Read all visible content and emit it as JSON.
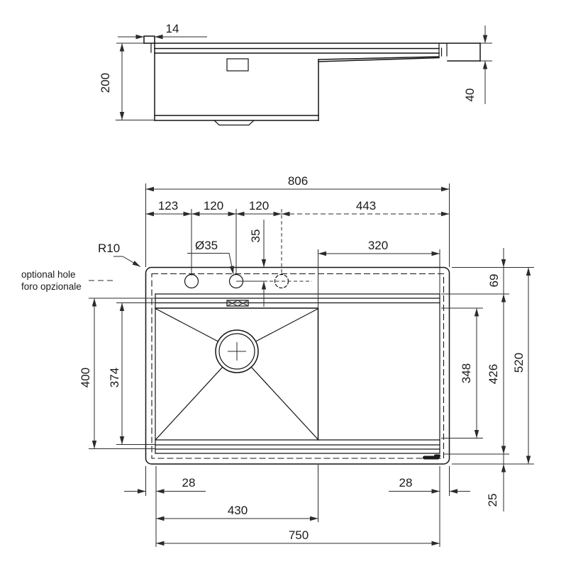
{
  "side_view": {
    "lip_width": "14",
    "depth": "200",
    "right_height": "40"
  },
  "plan_view": {
    "overall_width": "806",
    "hole1_offset": "123",
    "hole_spacing_a": "120",
    "hole_spacing_b": "120",
    "optional_hole_span": "443",
    "hole_center_offset": "35",
    "hole_diameter": "Ø35",
    "drainboard_width": "320",
    "corner_radius": "R10",
    "note_en": "optional hole",
    "note_it": "foro opzionale",
    "rim_top": "69",
    "overall_depth": "520",
    "recess_depth": "426",
    "drainboard_depth": "348",
    "bowl_outer_depth": "400",
    "bowl_inner_depth": "374",
    "left_margin": "28",
    "right_margin": "28",
    "bottom_margin": "25",
    "bowl_width": "430",
    "bowl_span": "750"
  }
}
